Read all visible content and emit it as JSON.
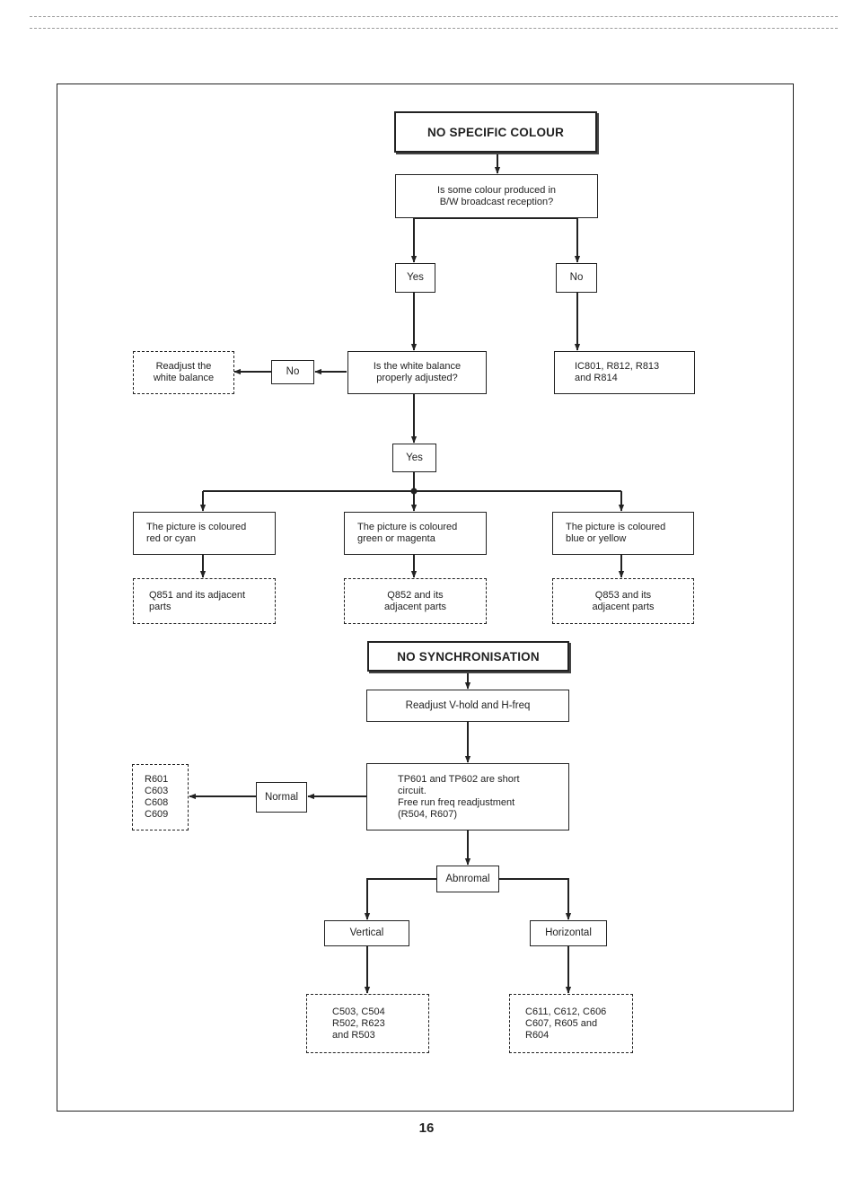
{
  "page_number": "16",
  "sections": {
    "no_colour": {
      "title": "NO SPECIFIC COLOUR",
      "q_colour": "Is some colour produced in\nB/W broadcast reception?",
      "yes_1": "Yes",
      "no_1": "No",
      "ic801": "IC801, R812, R813\nand R814",
      "q_white": "Is the white balance\nproperly adjusted?",
      "no_2": "No",
      "readjust_white": "Readjust the\nwhite balance",
      "yes_2": "Yes",
      "red_cyan": "The picture is coloured\nred or cyan",
      "green_magenta": "The picture is coloured\ngreen or magenta",
      "blue_yellow": "The picture is coloured\nblue or yellow",
      "q851": "Q851 and its adjacent\nparts",
      "q852": "Q852 and its\nadjacent parts",
      "q853": "Q853 and its\nadjacent parts"
    },
    "no_sync": {
      "title": "NO SYNCHRONISATION",
      "readjust_vhold": "Readjust V-hold and H-freq",
      "tp601": "TP601 and TP602 are short\ncircuit.\nFree run freq readjustment\n(R504, R607)",
      "normal": "Normal",
      "r601": "R601\nC603\nC608\nC609",
      "abnormal": "Abnromal",
      "vertical": "Vertical",
      "horizontal": "Horizontal",
      "c503": "C503, C504\nR502, R623\nand R503",
      "c611": "C611, C612, C606\nC607, R605 and\nR604"
    }
  }
}
